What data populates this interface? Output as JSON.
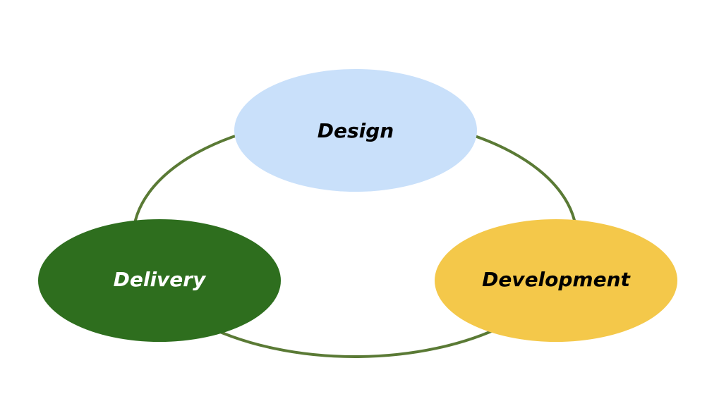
{
  "colors": {
    "background": "#ffffff",
    "cycle_ring": "#5a7a35",
    "design_fill": "#c9e0fa",
    "design_text": "#000000",
    "development_fill": "#f4c84a",
    "development_text": "#000000",
    "delivery_fill": "#2e6e1e",
    "delivery_text": "#ffffff"
  },
  "nodes": {
    "design": {
      "label": "Design"
    },
    "development": {
      "label": "Development"
    },
    "delivery": {
      "label": "Delivery"
    }
  }
}
